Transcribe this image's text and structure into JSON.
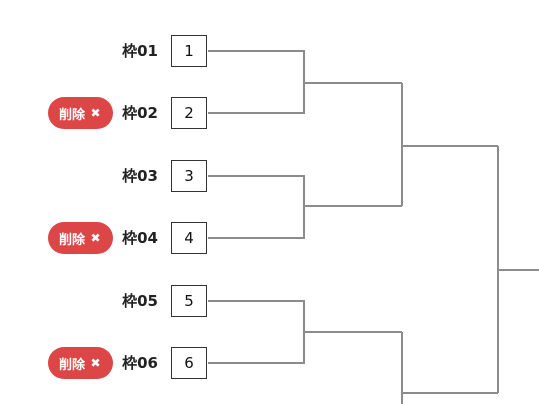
{
  "colors": {
    "delete_button": "#dc4646",
    "bracket_line": "#8c8c8c"
  },
  "slots": [
    {
      "label": "枠01",
      "seed": "1",
      "deletable": false
    },
    {
      "label": "枠02",
      "seed": "2",
      "deletable": true,
      "delete_label": "削除",
      "delete_icon": "close-icon"
    },
    {
      "label": "枠03",
      "seed": "3",
      "deletable": false
    },
    {
      "label": "枠04",
      "seed": "4",
      "deletable": true,
      "delete_label": "削除",
      "delete_icon": "close-icon"
    },
    {
      "label": "枠05",
      "seed": "5",
      "deletable": false
    },
    {
      "label": "枠06",
      "seed": "6",
      "deletable": true,
      "delete_label": "削除",
      "delete_icon": "close-icon"
    }
  ]
}
